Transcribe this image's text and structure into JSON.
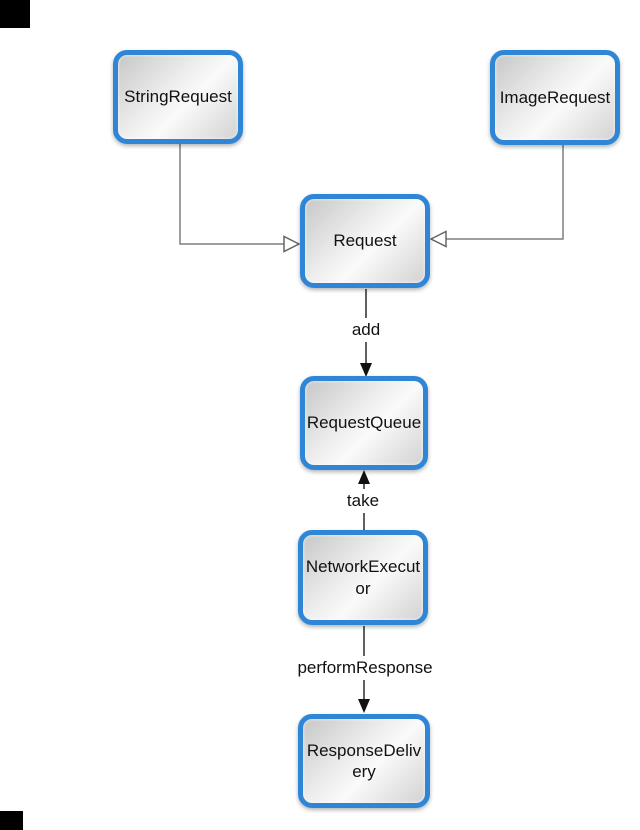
{
  "diagram": {
    "nodes": [
      {
        "id": "string-request",
        "label": "StringRequest"
      },
      {
        "id": "image-request",
        "label": "ImageRequest"
      },
      {
        "id": "request",
        "label": "Request"
      },
      {
        "id": "request-queue",
        "label": "RequestQueue"
      },
      {
        "id": "network-executor",
        "label": "NetworkExecut\nor"
      },
      {
        "id": "response-delivery",
        "label": "ResponseDeliv\nery"
      }
    ],
    "edges": [
      {
        "from": "StringRequest",
        "to": "Request",
        "type": "inheritance",
        "label": ""
      },
      {
        "from": "ImageRequest",
        "to": "Request",
        "type": "inheritance",
        "label": ""
      },
      {
        "from": "Request",
        "to": "RequestQueue",
        "type": "flow",
        "label": "add"
      },
      {
        "from": "NetworkExecutor",
        "to": "RequestQueue",
        "type": "flow",
        "label": "take"
      },
      {
        "from": "NetworkExecutor",
        "to": "ResponseDelivery",
        "type": "flow",
        "label": "performResponse"
      }
    ],
    "colors": {
      "node_border": "#2f86d6",
      "node_fill_light": "#fafafa",
      "node_fill_dark": "#c7c7c7",
      "inheritance_line": "#7f7f7f",
      "flow_line": "#2b2b2b",
      "text": "#111111",
      "corner_mark": "#000000",
      "background": "#ffffff"
    }
  }
}
